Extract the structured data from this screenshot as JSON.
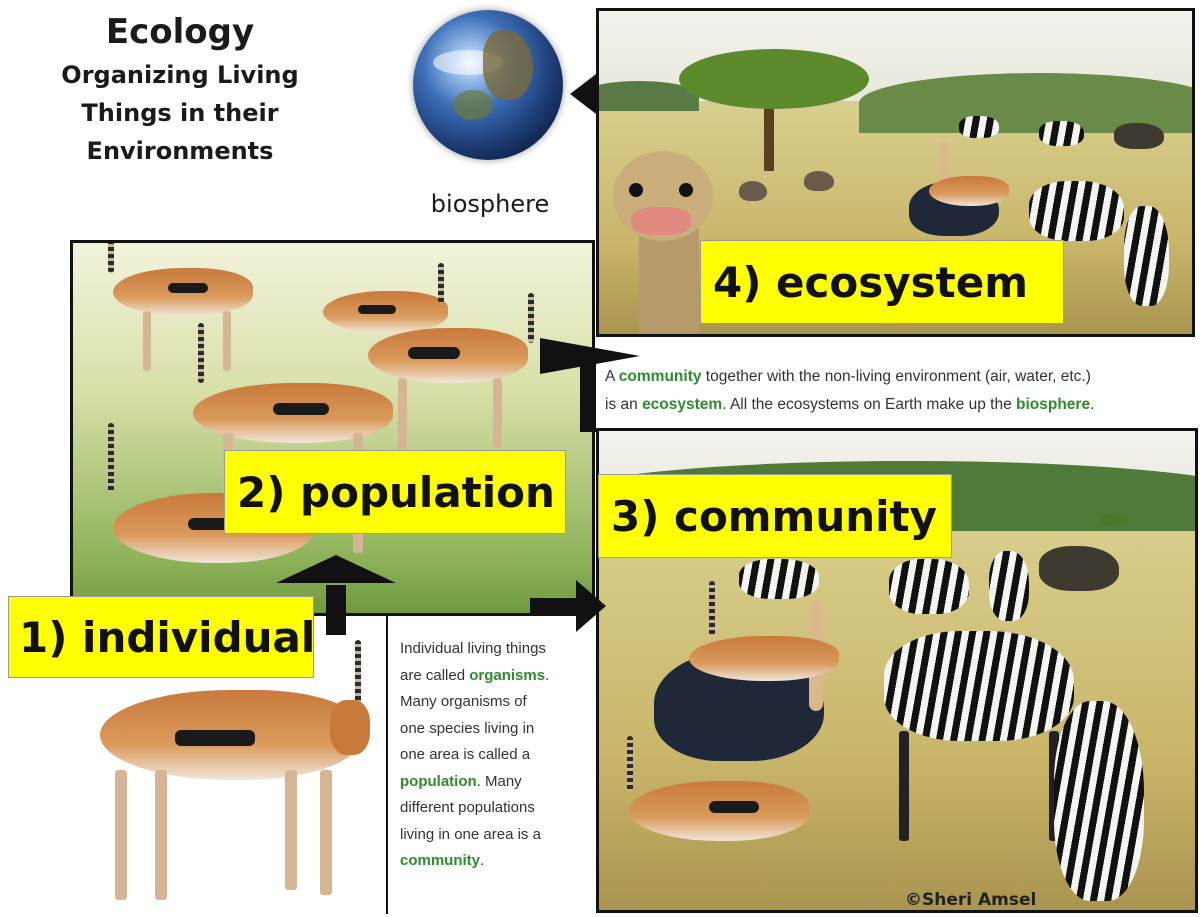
{
  "title": {
    "heading": "Ecology",
    "line1": "Organizing Living",
    "line2": "Things in their",
    "line3": "Environments"
  },
  "biosphere_label": "biosphere",
  "labels": {
    "individual": "1) individual",
    "population": "2) population",
    "community": "3) community",
    "ecosystem": "4) ecosystem"
  },
  "ecosystem_text": {
    "p1": "A ",
    "w1": "community",
    "p2": " together with the non-living environment (air, water, etc.)",
    "p3": "is an ",
    "w2": "ecosystem",
    "p4": ". All the ecosystems on Earth make up the ",
    "w3": "biosphere",
    "p5": "."
  },
  "individual_text": {
    "l1": "Individual living things",
    "l2a": "are called ",
    "l2w": "organisms",
    "l2b": ".",
    "l3": "Many organisms of",
    "l4": "one species living in",
    "l5": "one area is  called a",
    "l6w": "population",
    "l6b": ". Many",
    "l7": "different populations",
    "l8": "living in one area is a",
    "l9w": "community",
    "l9b": "."
  },
  "credit": "©Sheri  Amsel"
}
